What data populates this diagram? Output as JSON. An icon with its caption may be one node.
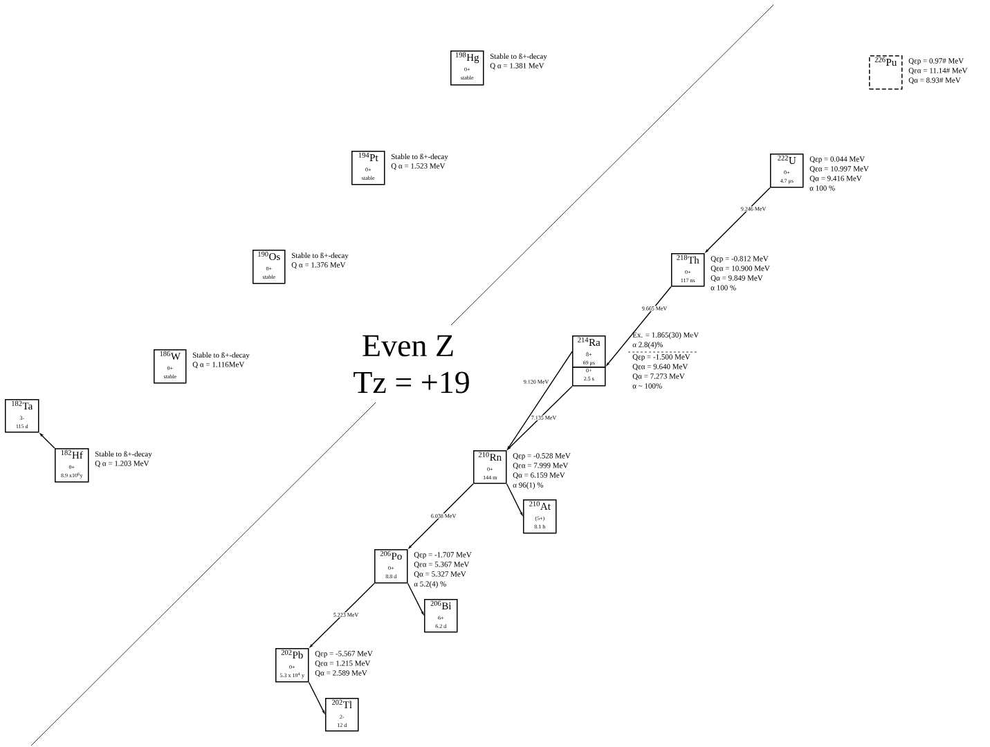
{
  "diagram": {
    "nodes": [
      {
        "text": [
          "$^{198}$Hg",
          "0+",
          "stable"
        ],
        "beside": [
          "Stable to ß+-decay",
          "Q α = 1.381 MeV"
        ]
      },
      {
        "text": [
          "$^{226}$Pu"
        ],
        "beside": [
          "Qεp = 0.97# MeV",
          "Qεα = 11.14# MeV",
          "Qα = 8.93# MeV"
        ]
      },
      {
        "text": [
          "$^{194}$Pt",
          "0+",
          "stable"
        ],
        "beside": [
          "Stable to ß+-decay",
          "Q α = 1.523 MeV"
        ]
      },
      {
        "text": [
          "$^{222}$U",
          "0+",
          "4.7 μs"
        ],
        "beside": [
          "Qεp = 0.044 MeV",
          "Qεα = 10.997 MeV",
          "Qα = 9.416 MeV",
          "α 100 %"
        ]
      },
      {
        "text": [
          "$^{190}$Os",
          "0+",
          "stable"
        ],
        "beside": [
          "Stable to ß+-decay",
          "Q α = 1.376 MeV"
        ]
      },
      {
        "text": [
          "$^{218}$Th",
          "0+",
          "117 ns"
        ],
        "beside": [
          "Qεp = -0.812 MeV",
          "Qεα = 10.900 MeV",
          "Qα = 9.849 MeV",
          "α 100 %"
        ]
      },
      {
        "text": [
          "$^{214}$Ra",
          "8+",
          "69 μs"
        ],
        "beside": [
          "Ex. = 1.865(30) MeV",
          "α 2.8(4)%",
          "Qεp = -1.500 MeV",
          "Qεα = 9.640 MeV",
          "Qα = 7.273 MeV",
          "α ~ 100%"
        ]
      },
      {
        "text": [
          "0+",
          "2.5 s"
        ]
      },
      {
        "text": [
          "$^{186}$W",
          "0+",
          "stable"
        ],
        "beside": [
          "Stable to ß+-decay",
          "Q α = 1.116MeV"
        ]
      },
      {
        "text": [
          "$^{182}$Ta",
          "3-",
          "115 d"
        ]
      },
      {
        "text": [
          "$^{182}$Hf",
          "0+",
          "8.9 x10$^{6}$y"
        ],
        "beside": [
          "Stable to ß+-decay",
          "Q α = 1.203 MeV"
        ]
      },
      {
        "text": [
          "$^{210}$Rn",
          "0+",
          "144 m"
        ],
        "beside": [
          "Qεp = -0.528 MeV",
          "Qεα = 7.999 MeV",
          "Qα = 6.159 MeV",
          "α 96(1) %"
        ]
      },
      {
        "text": [
          "$^{210}$At",
          "(5+)",
          "8.1 h"
        ]
      },
      {
        "text": [
          "$^{206}$Po",
          "0+",
          "8.8 d"
        ],
        "beside": [
          "Qεp = -1.707 MeV",
          "Qεα = 5.367 MeV",
          "Qα = 5.327 MeV",
          "α 5.2(4) %"
        ]
      },
      {
        "text": [
          "$^{206}$Bi",
          "6+",
          "6.2 d"
        ]
      },
      {
        "text": [
          "$^{202}$Pb",
          "0+",
          "5.3 x 10$^{4}$ y"
        ],
        "beside": [
          "Qεp = -5.567 MeV",
          "Qεα = 1.215 MeV",
          "Qα = 2.589 MeV"
        ]
      },
      {
        "text": [
          "$^{202}$Tl",
          "2-",
          "12 d"
        ]
      }
    ],
    "edges": [
      {
        "from": 3,
        "to": 5,
        "arrow": "to",
        "label": "9.246 MeV"
      },
      {
        "from": 5,
        "to": 7,
        "arrow": "to",
        "label": "9.665 MeV"
      },
      {
        "from": 6,
        "to": 11,
        "arrow": "to",
        "label": "9.120 MeV"
      },
      {
        "from": 7,
        "to": 11,
        "arrow": "to",
        "label": "7.135 MeV"
      },
      {
        "from": 11,
        "to": 12,
        "arrow": "to"
      },
      {
        "from": 11,
        "to": 13,
        "arrow": "to",
        "label": "6.038 MeV"
      },
      {
        "from": 13,
        "to": 14,
        "arrow": "to"
      },
      {
        "from": 13,
        "to": 15,
        "arrow": "to",
        "label": "5.223 MeV"
      },
      {
        "from": 15,
        "to": 16,
        "arrow": "to"
      },
      {
        "from": 10,
        "to": 9,
        "arrow": "to"
      }
    ],
    "labels": [
      "Even Z",
      "Tz = +19"
    ]
  }
}
